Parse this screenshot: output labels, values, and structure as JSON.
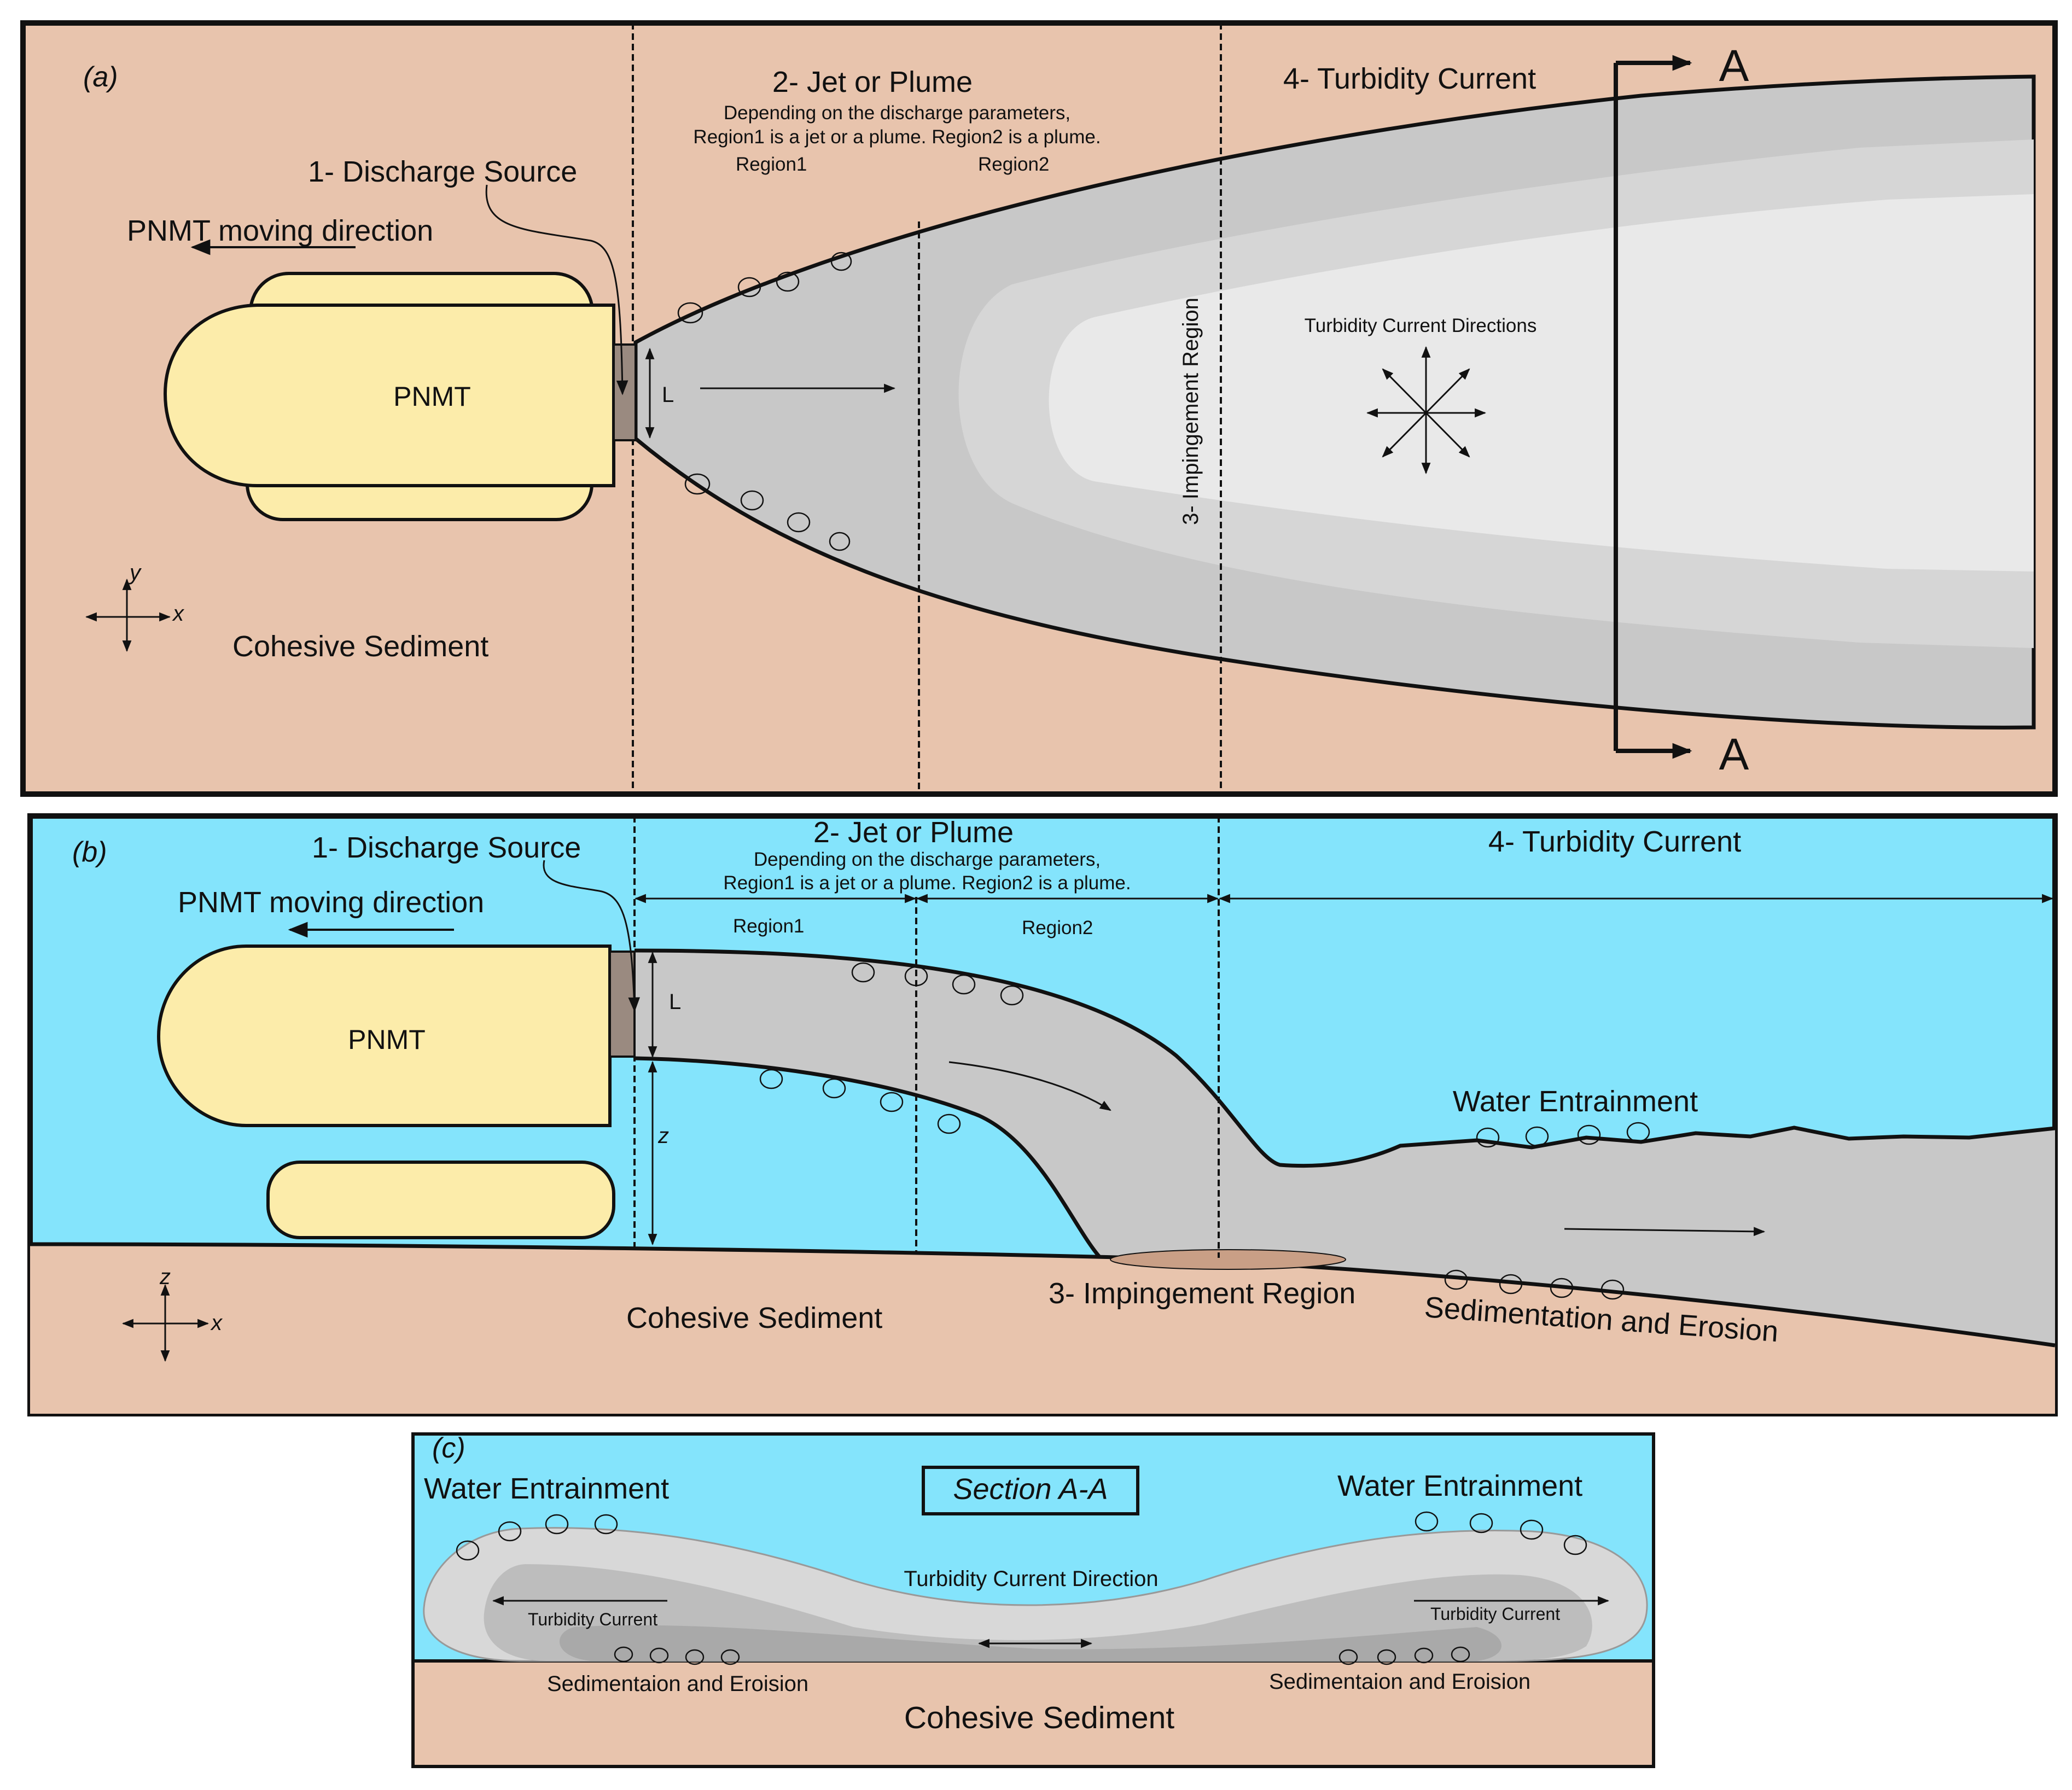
{
  "colors": {
    "sediment": "#e8c4ad",
    "water": "#84e4fc",
    "vehicle": "#fcecaa",
    "nozzle": "#9a8a80",
    "plume_outer": "#c8c8c8",
    "plume_mid": "#d8d8d8",
    "plume_inner": "#e9e9e9",
    "line": "#111111"
  },
  "panel_a": {
    "label": "(a)",
    "discharge_source": "1- Discharge Source",
    "moving_direction": "PNMT moving direction",
    "vehicle": "PNMT",
    "jet_or_plume": "2- Jet or Plume",
    "jet_desc_1": "Depending on the discharge parameters,",
    "jet_desc_2": "Region1 is a jet or a plume. Region2 is a plume.",
    "region1": "Region1",
    "region2": "Region2",
    "turbidity_current": "4- Turbidity Current",
    "impingement": "3- Impingement Region",
    "turbidity_directions": "Turbidity Current Directions",
    "section_mark_top": "A",
    "section_mark_bottom": "A",
    "length_symbol": "L",
    "axis_y": "y",
    "axis_x": "x",
    "sediment": "Cohesive Sediment"
  },
  "panel_b": {
    "label": "(b)",
    "discharge_source": "1- Discharge Source",
    "moving_direction": "PNMT moving direction",
    "vehicle": "PNMT",
    "jet_or_plume": "2- Jet or Plume",
    "jet_desc_1": "Depending on the discharge parameters,",
    "jet_desc_2": "Region1 is a jet or a plume. Region2 is a plume.",
    "region1": "Region1",
    "region2": "Region2",
    "turbidity_current": "4- Turbidity Current",
    "water_entrainment": "Water Entrainment",
    "length_symbol": "L",
    "height_symbol": "z",
    "axis_z": "z",
    "axis_x": "x",
    "sediment": "Cohesive Sediment",
    "impingement": "3- Impingement Region",
    "sedimentation": "Sedimentation and Erosion"
  },
  "panel_c": {
    "label": "(c)",
    "section_title": "Section A-A",
    "water_entrainment_left": "Water Entrainment",
    "water_entrainment_right": "Water Entrainment",
    "current_direction": "Turbidity Current Direction",
    "current_left": "Turbidity Current",
    "current_right": "Turbidity Current",
    "sedimentation_left": "Sedimentaion and Eroision",
    "sedimentation_right": "Sedimentaion and Eroision",
    "sediment": "Cohesive Sediment"
  }
}
